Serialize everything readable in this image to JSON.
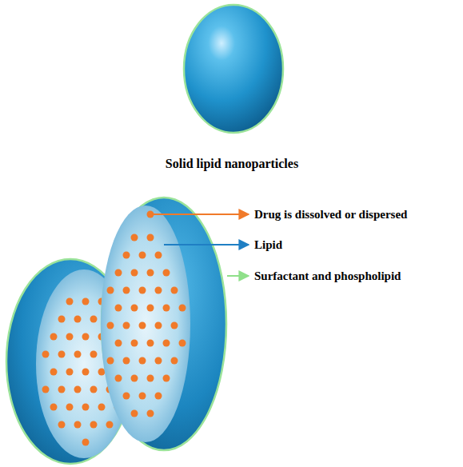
{
  "diagram": {
    "labels": [
      "Solid lipid nanoparticles",
      "Drug is dissolved or dispersed",
      "Lipid",
      "Surfactant and phospholipid"
    ]
  }
}
